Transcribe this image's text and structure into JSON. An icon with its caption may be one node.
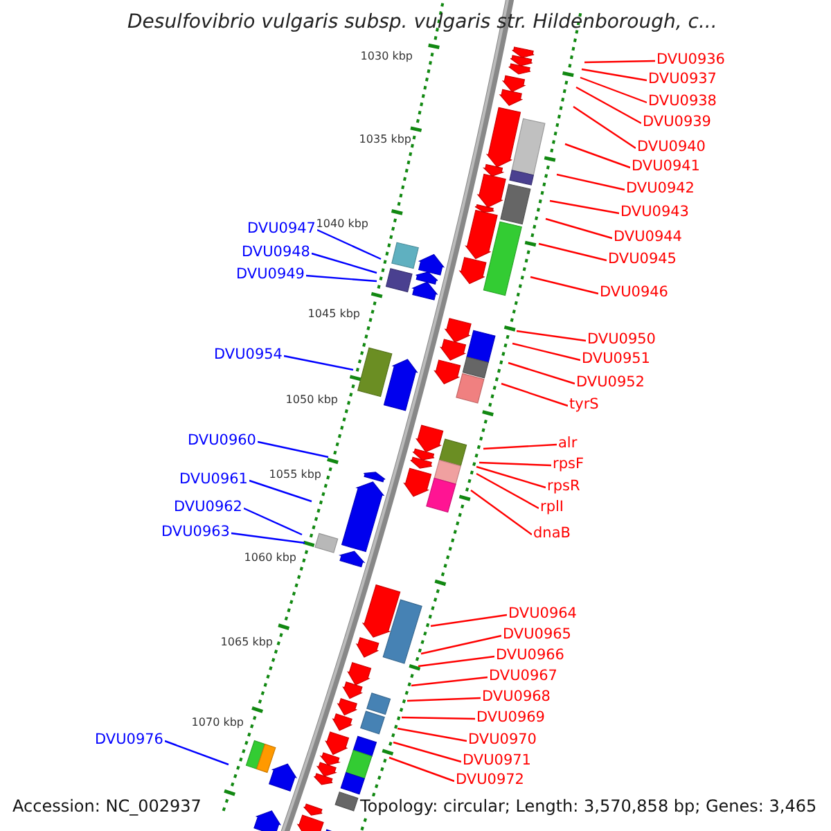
{
  "diagram": {
    "title": "Desulfovibrio vulgaris subsp. vulgaris str. Hildenborough, c...",
    "nodes": [
      {
        "text": [
          "DVU0936"
        ]
      },
      {
        "text": [
          "DVU0937"
        ]
      },
      {
        "text": [
          "DVU0938"
        ]
      },
      {
        "text": [
          "DVU0939"
        ]
      },
      {
        "text": [
          "DVU0940"
        ]
      },
      {
        "text": [
          "DVU0941"
        ]
      },
      {
        "text": [
          "DVU0942"
        ]
      },
      {
        "text": [
          "DVU0943"
        ]
      },
      {
        "text": [
          "DVU0944"
        ]
      },
      {
        "text": [
          "DVU0945"
        ]
      },
      {
        "text": [
          "DVU0946"
        ]
      },
      {
        "text": [
          "DVU0947"
        ]
      },
      {
        "text": [
          "DVU0948"
        ]
      },
      {
        "text": [
          "DVU0949"
        ]
      },
      {
        "text": [
          "DVU0954"
        ]
      },
      {
        "text": [
          "DVU0950"
        ]
      },
      {
        "text": [
          "DVU0951"
        ]
      },
      {
        "text": [
          "DVU0952"
        ]
      },
      {
        "text": [
          "tyrS"
        ]
      },
      {
        "text": [
          "DVU0960"
        ]
      },
      {
        "text": [
          "alr"
        ]
      },
      {
        "text": [
          "rpsF"
        ]
      },
      {
        "text": [
          "DVU0961"
        ]
      },
      {
        "text": [
          "rpsR"
        ]
      },
      {
        "text": [
          "rplI"
        ]
      },
      {
        "text": [
          "DVU0962"
        ]
      },
      {
        "text": [
          "DVU0963"
        ]
      },
      {
        "text": [
          "dnaB"
        ]
      },
      {
        "text": [
          "DVU0964"
        ]
      },
      {
        "text": [
          "DVU0965"
        ]
      },
      {
        "text": [
          "DVU0966"
        ]
      },
      {
        "text": [
          "DVU0967"
        ]
      },
      {
        "text": [
          "DVU0968"
        ]
      },
      {
        "text": [
          "DVU0969"
        ]
      },
      {
        "text": [
          "DVU0970"
        ]
      },
      {
        "text": [
          "DVU0976"
        ]
      },
      {
        "text": [
          "DVU0971"
        ]
      },
      {
        "text": [
          "DVU0972"
        ]
      }
    ],
    "edges": [
      {
        "from": 0,
        "to": null,
        "arrow": "none"
      },
      {
        "from": 1,
        "to": null,
        "arrow": "none"
      },
      {
        "from": 2,
        "to": null,
        "arrow": "none"
      },
      {
        "from": 3,
        "to": null,
        "arrow": "none"
      },
      {
        "from": 4,
        "to": null,
        "arrow": "none"
      },
      {
        "from": 5,
        "to": null,
        "arrow": "none"
      },
      {
        "from": 6,
        "to": null,
        "arrow": "none"
      },
      {
        "from": 7,
        "to": null,
        "arrow": "none"
      },
      {
        "from": 8,
        "to": null,
        "arrow": "none"
      },
      {
        "from": 9,
        "to": null,
        "arrow": "none"
      },
      {
        "from": 10,
        "to": null,
        "arrow": "none"
      },
      {
        "from": 11,
        "to": null,
        "arrow": "none",
        "color": "#0000ff"
      },
      {
        "from": 12,
        "to": null,
        "arrow": "none",
        "color": "#0000ff"
      },
      {
        "from": 13,
        "to": null,
        "arrow": "none",
        "color": "#0000ff"
      },
      {
        "from": 14,
        "to": null,
        "arrow": "none",
        "color": "#0000ff"
      },
      {
        "from": 15,
        "to": null,
        "arrow": "none"
      },
      {
        "from": 16,
        "to": null,
        "arrow": "none"
      },
      {
        "from": 17,
        "to": null,
        "arrow": "none"
      },
      {
        "from": 18,
        "to": null,
        "arrow": "none"
      },
      {
        "from": 19,
        "to": null,
        "arrow": "none",
        "color": "#0000ff"
      },
      {
        "from": 20,
        "to": null,
        "arrow": "none"
      },
      {
        "from": 21,
        "to": null,
        "arrow": "none"
      },
      {
        "from": 22,
        "to": null,
        "arrow": "none",
        "color": "#0000ff"
      },
      {
        "from": 23,
        "to": null,
        "arrow": "none"
      },
      {
        "from": 24,
        "to": null,
        "arrow": "none"
      },
      {
        "from": 25,
        "to": null,
        "arrow": "none",
        "color": "#0000ff"
      },
      {
        "from": 26,
        "to": null,
        "arrow": "none",
        "color": "#0000ff"
      },
      {
        "from": 27,
        "to": null,
        "arrow": "none"
      },
      {
        "from": 28,
        "to": null,
        "arrow": "none"
      },
      {
        "from": 29,
        "to": null,
        "arrow": "none"
      },
      {
        "from": 30,
        "to": null,
        "arrow": "none"
      },
      {
        "from": 31,
        "to": null,
        "arrow": "none"
      },
      {
        "from": 32,
        "to": null,
        "arrow": "none"
      },
      {
        "from": 33,
        "to": null,
        "arrow": "none"
      },
      {
        "from": 34,
        "to": null,
        "arrow": "none"
      },
      {
        "from": 35,
        "to": null,
        "arrow": "none",
        "color": "#0000ff"
      },
      {
        "from": 36,
        "to": null,
        "arrow": "none"
      },
      {
        "from": 37,
        "to": null,
        "arrow": "none"
      }
    ],
    "labels": [
      "1030 kbp",
      "1035 kbp",
      "1040 kbp",
      "1045 kbp",
      "1050 kbp",
      "1055 kbp",
      "1060 kbp",
      "1065 kbp",
      "1070 kbp",
      "Accession: NC_002937",
      "Topology: circular; Length: 3,570,858 bp; Genes: 3,465"
    ]
  }
}
